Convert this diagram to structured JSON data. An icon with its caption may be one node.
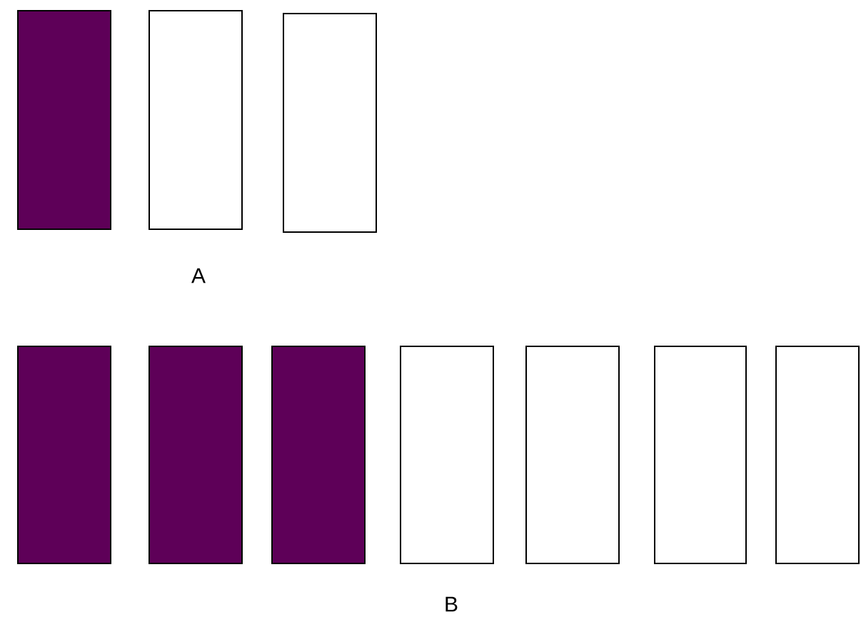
{
  "diagram": {
    "nodes": [
      {
        "text": [],
        "shape": "bar"
      },
      {
        "text": [],
        "shape": "box"
      },
      {
        "text": [],
        "shape": "box"
      },
      {
        "text": [],
        "shape": "bar"
      },
      {
        "text": [],
        "shape": "bar"
      },
      {
        "text": [],
        "shape": "bar"
      },
      {
        "text": [],
        "shape": "box"
      },
      {
        "text": [],
        "shape": "box"
      },
      {
        "text": [],
        "shape": "box"
      },
      {
        "text": [],
        "shape": "box"
      }
    ],
    "labels": [
      "A",
      "B"
    ]
  }
}
